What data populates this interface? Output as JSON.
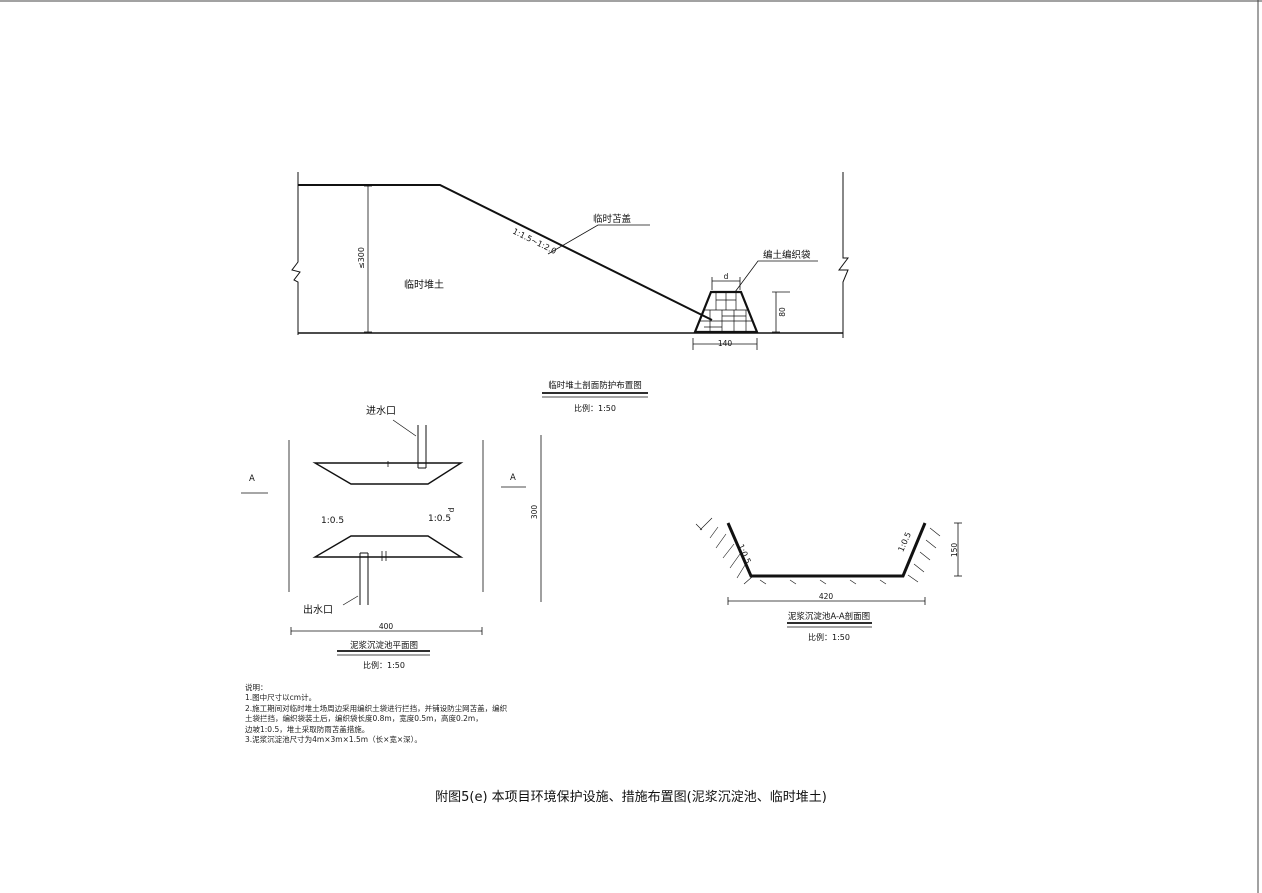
{
  "section_view": {
    "cover_label": "临时苫盖",
    "slope_label": "1:1.5~1:2.0",
    "stockpile_label": "临时堆土",
    "bag_label": "编土编织袋",
    "height_dim": "≤300",
    "bag_top_dim": "d",
    "bag_height_dim": "80",
    "bag_base_dim": "140",
    "title": "临时堆土剖面防护布置图",
    "scale": "比例：1:50"
  },
  "plan_view": {
    "inlet_label": "进水口",
    "outlet_label": "出水口",
    "slope_left": "1:0.5",
    "slope_right": "1:0.5",
    "section_mark_left": "A",
    "section_mark_right": "A",
    "length_dim": "300",
    "width_dim": "400",
    "inner_dim": "d",
    "title": "泥浆沉淀池平面图",
    "scale": "比例：1:50"
  },
  "tank_section": {
    "slope_left": "1:0.5",
    "slope_right": "1:0.5",
    "depth_dim": "150",
    "width_dim": "420",
    "title": "泥浆沉淀池A-A剖面图",
    "scale": "比例：1:50"
  },
  "notes": {
    "heading": "说明：",
    "lines": [
      "1.图中尺寸以cm计。",
      "2.施工期间对临时堆土场周边采用编织土袋进行拦挡，并铺设防尘网苫盖，编织",
      "土袋拦挡，编织袋装土后，编织袋长度0.8m，宽度0.5m，高度0.2m，",
      "边坡1:0.5，堆土采取防雨苫盖措施。",
      "3.泥浆沉淀池尺寸为4m×3m×1.5m（长×宽×深）。"
    ]
  },
  "caption": "附图5(e)   本项目环境保护设施、措施布置图(泥浆沉淀池、临时堆土)"
}
